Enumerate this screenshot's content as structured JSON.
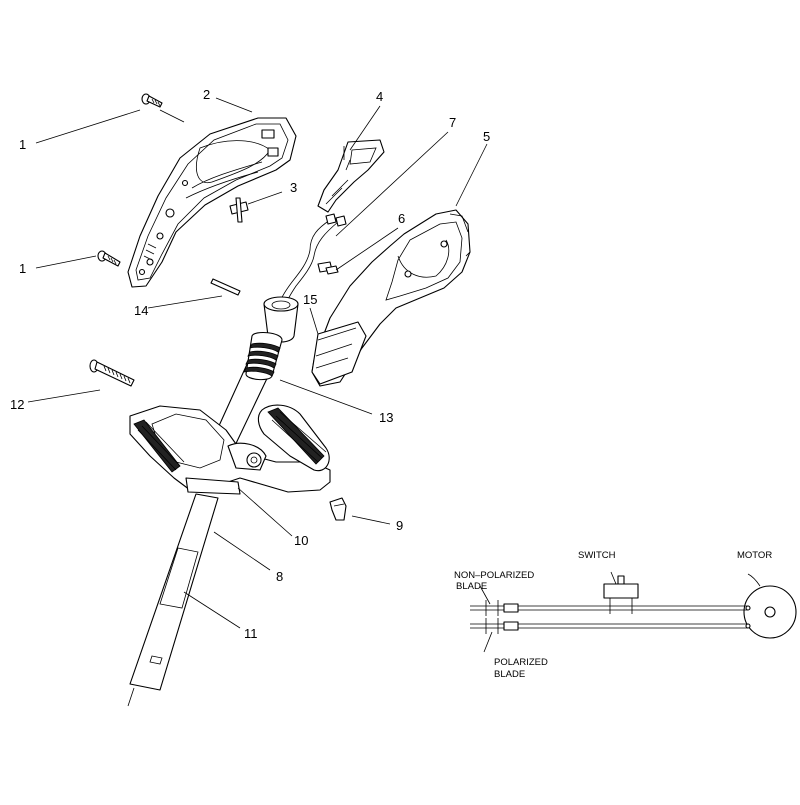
{
  "callouts": [
    {
      "id": "c1a",
      "text": "1"
    },
    {
      "id": "c1b",
      "text": "1"
    },
    {
      "id": "c2",
      "text": "2"
    },
    {
      "id": "c3",
      "text": "3"
    },
    {
      "id": "c4",
      "text": "4"
    },
    {
      "id": "c5",
      "text": "5"
    },
    {
      "id": "c6",
      "text": "6"
    },
    {
      "id": "c7",
      "text": "7"
    },
    {
      "id": "c8",
      "text": "8"
    },
    {
      "id": "c9",
      "text": "9"
    },
    {
      "id": "c10",
      "text": "10"
    },
    {
      "id": "c11",
      "text": "11"
    },
    {
      "id": "c12",
      "text": "12"
    },
    {
      "id": "c13",
      "text": "13"
    },
    {
      "id": "c14",
      "text": "14"
    },
    {
      "id": "c15",
      "text": "15"
    }
  ],
  "wiring": {
    "switch_label": "SWITCH",
    "motor_label": "MOTOR",
    "non_polarized_line1": "NON–POLARIZED",
    "non_polarized_line2": "BLADE",
    "polarized_line1": "POLARIZED",
    "polarized_line2": "BLADE"
  }
}
